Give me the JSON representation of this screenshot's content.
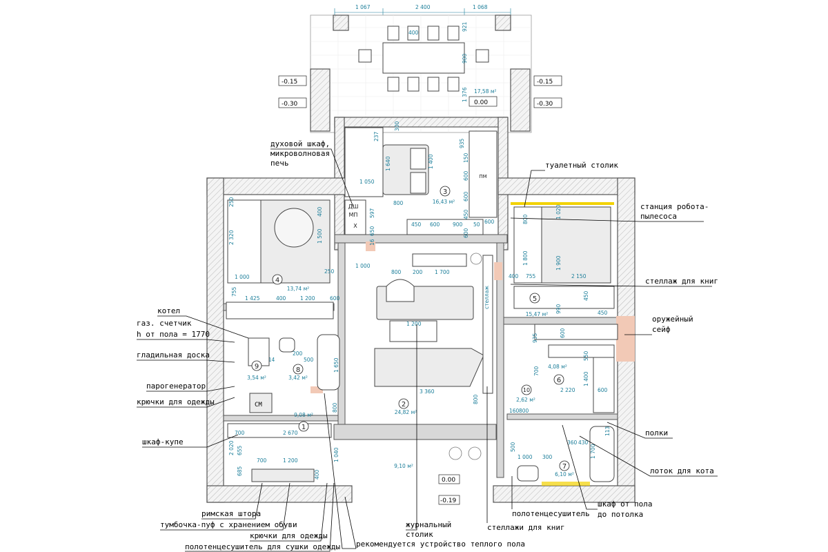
{
  "top_dimensions": [
    "1 067",
    "2 400",
    "1 068"
  ],
  "balcony": {
    "dims": [
      "400",
      "921",
      "900",
      "1 376"
    ],
    "area": "17,58 м²",
    "level_main": "0.00",
    "levels_side": [
      "-0.15",
      "-0.30",
      "-0.15",
      "-0.30"
    ]
  },
  "rooms": [
    {
      "no": "1",
      "area": "9,08 м²"
    },
    {
      "no": "2",
      "area": "24,82 м²"
    },
    {
      "no": "3",
      "area": "16,43 м²"
    },
    {
      "no": "4",
      "area": "13,74 м²"
    },
    {
      "no": "5",
      "area": "15,47 м²"
    },
    {
      "no": "6",
      "area": "4,08 м²"
    },
    {
      "no": "7",
      "area": "6,10 м²"
    },
    {
      "no": "8",
      "area": "3,42 м²"
    },
    {
      "no": "9",
      "area": "3,54 м²"
    },
    {
      "no": "10",
      "area": "2,62 м²"
    },
    {
      "no": "",
      "area": "9,10 м²"
    }
  ],
  "kitchen_dims": [
    "300",
    "237",
    "935",
    "1 640",
    "1 400",
    "150",
    "600",
    "1 050",
    "800",
    "597",
    "450",
    "600",
    "650",
    "600",
    "450",
    "600",
    "900",
    "50",
    "600",
    "16"
  ],
  "kitchen_labels": [
    "ДШ",
    "МП",
    "Х",
    "ПМ"
  ],
  "bedroom4_dims": [
    "250",
    "2 320",
    "400",
    "1 500",
    "250",
    "1 000",
    "755",
    "1 425",
    "400",
    "1 200",
    "600"
  ],
  "living_dims": [
    "1 000",
    "800",
    "200",
    "1 700",
    "1 200",
    "3 360",
    "800",
    "800"
  ],
  "bedroom5_dims": [
    "800",
    "1 020",
    "1 800",
    "1 900",
    "400",
    "755",
    "2 150",
    "450",
    "990",
    "450"
  ],
  "bath_dims": [
    "214",
    "200",
    "500",
    "1 650",
    "935",
    "600",
    "550",
    "700",
    "1 400",
    "2 220",
    "600",
    "160",
    "800",
    "360",
    "430",
    "113",
    "1 700",
    "500",
    "1 000",
    "300"
  ],
  "hall_dims": [
    "700",
    "2 670",
    "2 020",
    "655",
    "700",
    "1 200",
    "685",
    "400",
    "1 040"
  ],
  "hall_level": "0.00",
  "entry_level": "-0.19",
  "cm_label": "СМ",
  "stand_label": "стеллаж",
  "left_notes": [
    "котел",
    "газ. счетчик",
    "h от пола = 1770",
    "гладильная доска",
    "парогенератор",
    "крючки для одежды",
    "шкаф-купе"
  ],
  "bottom_notes": [
    "римская штора",
    "тумбочка-пуф с хранением обуви",
    "крючки для одежды",
    "полотенцесушитель для сушки одежды"
  ],
  "center_notes": [
    "журнальный",
    "столик",
    "рекомендуется устройство теплого пола"
  ],
  "top_note": [
    "духовой шкаф,",
    "микроволновая",
    "печь"
  ],
  "right_notes": {
    "toilet_table": "туалетный столик",
    "robot_1": "станция робота-",
    "robot_2": "пылесоса",
    "bookshelf": "стеллаж для книг",
    "safe_1": "оружейный",
    "safe_2": "сейф",
    "shelves": "полки",
    "cat_tray": "лоток для кота",
    "wardrobe_1": "шкаф от пола",
    "wardrobe_2": "до потолка",
    "towel": "полотенцесушитель",
    "bookshelves": "стеллажи для книг"
  }
}
